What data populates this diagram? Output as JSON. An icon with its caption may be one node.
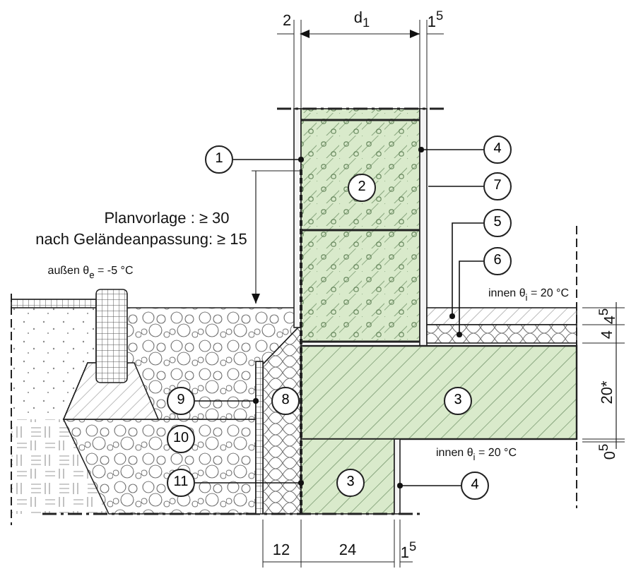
{
  "diagram": {
    "nodes": [
      {
        "text": [
          "1"
        ]
      },
      {
        "text": [
          "2"
        ]
      },
      {
        "text": [
          "4"
        ]
      },
      {
        "text": [
          "7"
        ]
      },
      {
        "text": [
          "5"
        ]
      },
      {
        "text": [
          "6"
        ]
      },
      {
        "text": [
          "9"
        ]
      },
      {
        "text": [
          "8"
        ]
      },
      {
        "text": [
          "3"
        ]
      },
      {
        "text": [
          "10"
        ]
      },
      {
        "text": [
          "11"
        ]
      },
      {
        "text": [
          "3"
        ]
      },
      {
        "text": [
          "4"
        ]
      },
      {
        "text": [],
        "shape": "bar"
      }
    ],
    "edges": [
      {
        "from": 0,
        "to": null,
        "arrow": "other"
      },
      {
        "from": 2,
        "to": null,
        "arrow": "other"
      },
      {
        "from": 3,
        "to": null,
        "arrow": "none"
      },
      {
        "from": 4,
        "to": null,
        "arrow": "other"
      },
      {
        "from": 5,
        "to": null,
        "arrow": "other"
      },
      {
        "from": 6,
        "to": 13,
        "arrow": "other"
      },
      {
        "from": 10,
        "to": null,
        "arrow": "other"
      },
      {
        "from": 12,
        "to": null,
        "arrow": "other"
      }
    ],
    "labels": [
      "2",
      "d$_{1}$",
      "1$^{5}$",
      "Planvorlage : ≥ 30",
      "nach Geländeanpassung: ≥ 15",
      "außen θ$_{e}$ = -5 °C",
      "innen θ$_{i}$ = 20 °C",
      "4$^{5}$",
      "4",
      "20*",
      "0$^{5}$",
      "innen θ$_{i}$ = 20 °C",
      "12",
      "24",
      "1$^{5}$"
    ]
  }
}
